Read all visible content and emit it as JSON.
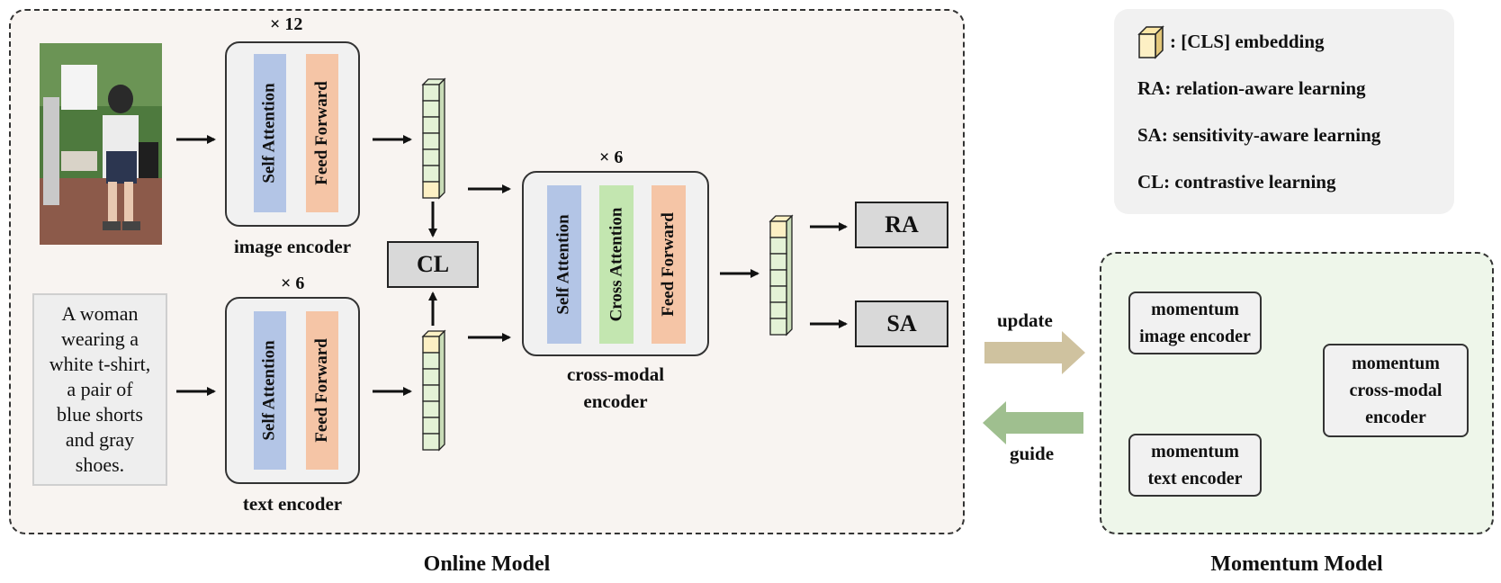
{
  "online_model": {
    "title": "Online Model",
    "image_encoder": {
      "multiplier": "× 12",
      "self_attention": "Self Attention",
      "feed_forward": "Feed Forward",
      "caption": "image encoder"
    },
    "text_encoder": {
      "multiplier": "× 6",
      "self_attention": "Self Attention",
      "feed_forward": "Feed Forward",
      "caption": "text encoder"
    },
    "cross_modal_encoder": {
      "multiplier": "× 6",
      "self_attention": "Self Attention",
      "cross_attention": "Cross Attention",
      "feed_forward": "Feed Forward",
      "caption_line1": "cross-modal",
      "caption_line2": "encoder"
    },
    "cl": "CL",
    "ra": "RA",
    "sa": "SA",
    "text_input": [
      "A woman",
      "wearing a",
      "white t-shirt,",
      "a pair of",
      "blue shorts",
      "and gray",
      "shoes."
    ]
  },
  "momentum_model": {
    "title": "Momentum Model",
    "image_encoder": [
      "momentum",
      "image encoder"
    ],
    "text_encoder": [
      "momentum",
      "text encoder"
    ],
    "cross_modal_encoder": [
      "momentum",
      "cross-modal",
      "encoder"
    ]
  },
  "arrows": {
    "update": "update",
    "guide": "guide"
  },
  "legend": {
    "cls": ": [CLS] embedding",
    "ra": "RA: relation-aware learning",
    "sa": "SA: sensitivity-aware learning",
    "cl": "CL: contrastive learning"
  },
  "colors": {
    "online_bg": "#f8f4f1",
    "momentum_bg": "#eef6ea",
    "self_attention": "#b3c5e6",
    "feed_forward": "#f5c5a6",
    "cross_attention": "#c3e6b0",
    "token": "#e4f2d6",
    "cls_token": "#fdf0c4",
    "update_arrow": "#cfc29f",
    "guide_arrow": "#9fbf8f"
  }
}
